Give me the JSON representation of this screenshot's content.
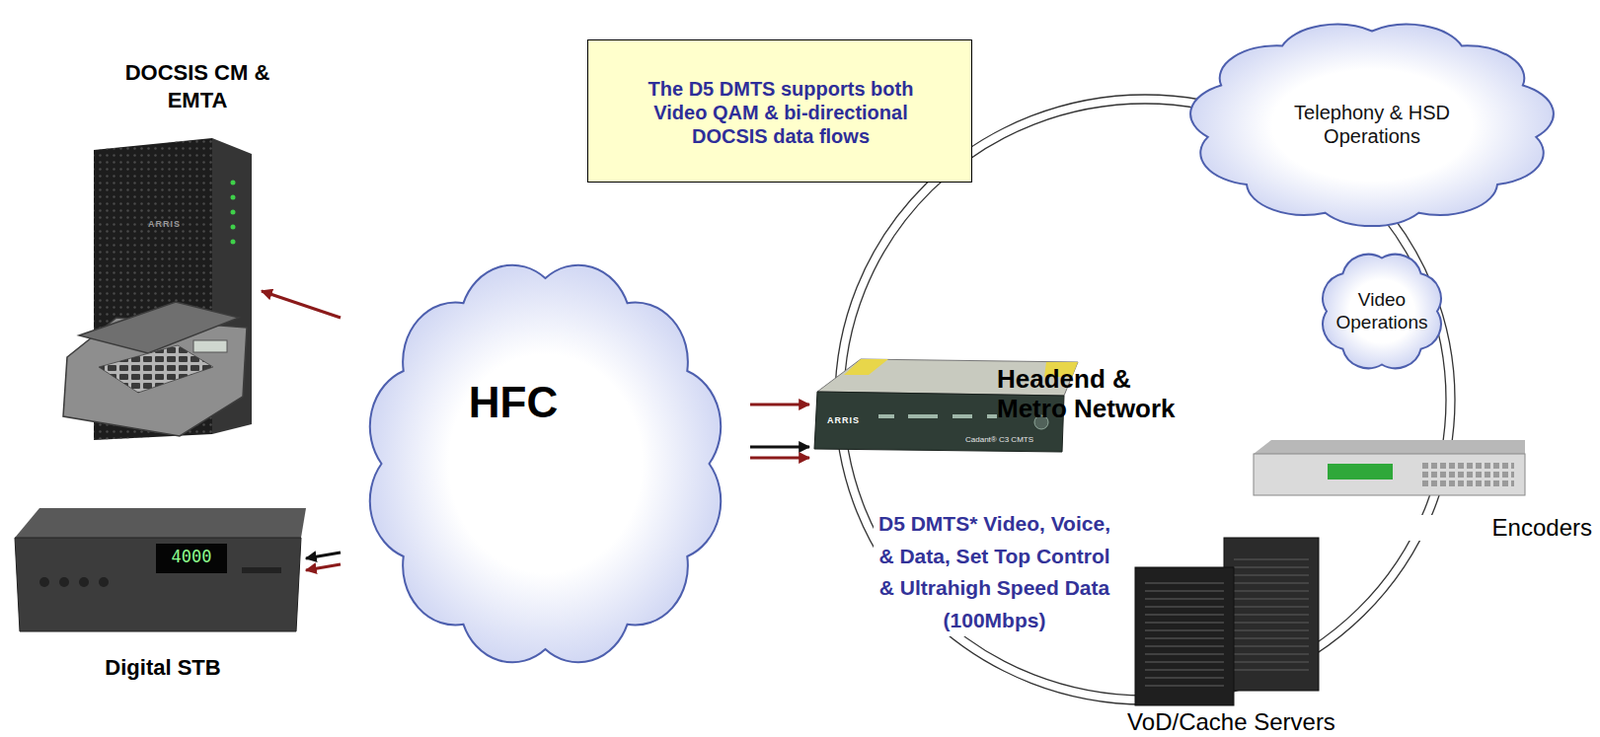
{
  "diagram": {
    "nodes": [
      {
        "text": [
          "The D5 DMTS supports both Video QAM & bi-directional DOCSIS data flows"
        ]
      },
      {
        "text": [
          "DOCSIS CM & EMTA"
        ]
      },
      {
        "text": [
          "HFC"
        ]
      },
      {
        "text": [
          "Digital STB"
        ]
      },
      {
        "text": [
          "D5 DMTS* Video, Voice, & Data, Set Top Control & Ultrahigh Speed Data (100Mbps)"
        ]
      },
      {
        "text": [
          "Telephony & HSD Operations"
        ]
      },
      {
        "text": [
          "Video Operations"
        ]
      },
      {
        "text": [
          "Encoders"
        ]
      },
      {
        "text": [
          "VoD/Cache Servers"
        ]
      }
    ],
    "edges": [
      {
        "from": 2,
        "to": 1,
        "arrow": "to"
      },
      {
        "from": 2,
        "to": 4,
        "arrow": "to"
      },
      {
        "from": 2,
        "to": 4,
        "arrow": "to"
      },
      {
        "from": 2,
        "to": 4,
        "arrow": "to"
      },
      {
        "from": 2,
        "to": 3,
        "arrow": "to"
      },
      {
        "from": 2,
        "to": 3,
        "arrow": "to"
      }
    ],
    "labels": [
      "Headend & Metro Network",
      "ARRIS",
      "ARRIS",
      "Cadant® C3 CMTS",
      "4000"
    ]
  }
}
